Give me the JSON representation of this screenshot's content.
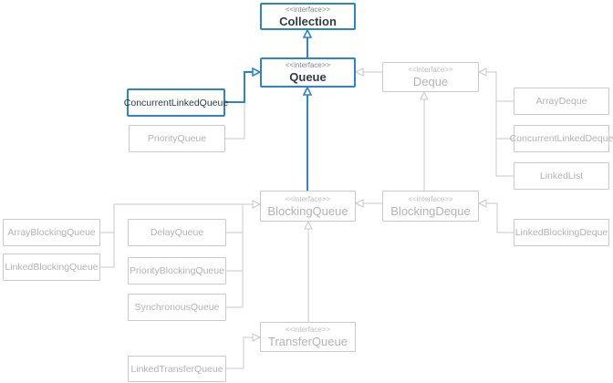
{
  "title": "Java Queue collection hierarchy diagram",
  "colors": {
    "highlight": "#2d84c6",
    "line": "#c7c8ca",
    "box_border": "#c9cacb",
    "gray_text": "#b2b3b5",
    "dark_text": "#2e3b42",
    "background": "#ffffff"
  },
  "nodes": {
    "collection": {
      "stereotype": "<<interface>>",
      "label": "Collection",
      "highlighted": true
    },
    "queue": {
      "stereotype": "<<interface>>",
      "label": "Queue",
      "highlighted": true
    },
    "deque": {
      "stereotype": "<<interface>>",
      "label": "Deque",
      "highlighted": false
    },
    "concurrent_linked_queue": {
      "label": "ConcurrentLinkedQueue",
      "highlighted": true
    },
    "priority_queue": {
      "label": "PriorityQueue",
      "highlighted": false
    },
    "array_deque": {
      "label": "ArrayDeque",
      "highlighted": false
    },
    "concurrent_linked_deque": {
      "label": "ConcurrentLinkedDeque",
      "highlighted": false
    },
    "linked_list": {
      "label": "LinkedList",
      "highlighted": false
    },
    "blocking_queue": {
      "stereotype": "<<interface>>",
      "label": "BlockingQueue",
      "highlighted": false
    },
    "blocking_deque": {
      "stereotype": "<<interface>>",
      "label": "BlockingDeque",
      "highlighted": false
    },
    "array_blocking_queue": {
      "label": "ArrayBlockingQueue",
      "highlighted": false
    },
    "linked_blocking_queue": {
      "label": "LinkedBlockingQueue",
      "highlighted": false
    },
    "delay_queue": {
      "label": "DelayQueue",
      "highlighted": false
    },
    "priority_blocking_queue": {
      "label": "PriorityBlockingQueue",
      "highlighted": false
    },
    "synchronous_queue": {
      "label": "SynchronousQueue",
      "highlighted": false
    },
    "transfer_queue": {
      "stereotype": "<<interface>>",
      "label": "TransferQueue",
      "highlighted": false
    },
    "linked_transfer_queue": {
      "label": "LinkedTransferQueue",
      "highlighted": false
    },
    "linked_blocking_deque": {
      "label": "LinkedBlockingDeque",
      "highlighted": false
    }
  },
  "edges": [
    {
      "from": "Queue",
      "to": "Collection",
      "type": "extends",
      "highlighted": true
    },
    {
      "from": "ConcurrentLinkedQueue",
      "to": "Queue",
      "type": "implements",
      "highlighted": true
    },
    {
      "from": "BlockingQueue",
      "to": "Queue",
      "type": "extends",
      "highlighted": true
    },
    {
      "from": "PriorityQueue",
      "to": "Queue",
      "type": "implements",
      "highlighted": false
    },
    {
      "from": "Deque",
      "to": "Queue",
      "type": "extends",
      "highlighted": false
    },
    {
      "from": "ArrayDeque",
      "to": "Deque",
      "type": "implements",
      "highlighted": false
    },
    {
      "from": "ConcurrentLinkedDeque",
      "to": "Deque",
      "type": "implements",
      "highlighted": false
    },
    {
      "from": "LinkedList",
      "to": "Deque",
      "type": "implements",
      "highlighted": false
    },
    {
      "from": "BlockingDeque",
      "to": "Deque",
      "type": "extends",
      "highlighted": false
    },
    {
      "from": "BlockingDeque",
      "to": "BlockingQueue",
      "type": "extends",
      "highlighted": false
    },
    {
      "from": "ArrayBlockingQueue",
      "to": "BlockingQueue",
      "type": "implements",
      "highlighted": false
    },
    {
      "from": "LinkedBlockingQueue",
      "to": "BlockingQueue",
      "type": "implements",
      "highlighted": false
    },
    {
      "from": "DelayQueue",
      "to": "BlockingQueue",
      "type": "implements",
      "highlighted": false
    },
    {
      "from": "PriorityBlockingQueue",
      "to": "BlockingQueue",
      "type": "implements",
      "highlighted": false
    },
    {
      "from": "SynchronousQueue",
      "to": "BlockingQueue",
      "type": "implements",
      "highlighted": false
    },
    {
      "from": "TransferQueue",
      "to": "BlockingQueue",
      "type": "extends",
      "highlighted": false
    },
    {
      "from": "LinkedTransferQueue",
      "to": "TransferQueue",
      "type": "implements",
      "highlighted": false
    },
    {
      "from": "LinkedBlockingDeque",
      "to": "BlockingDeque",
      "type": "implements",
      "highlighted": false
    }
  ]
}
